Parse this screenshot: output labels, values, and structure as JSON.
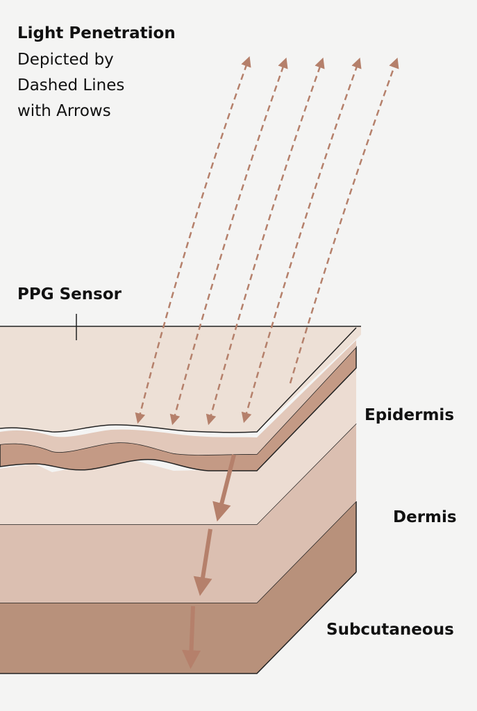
{
  "title": {
    "heading": "Light Penetration",
    "lines": [
      "Depicted by",
      "Dashed Lines",
      "with Arrows"
    ]
  },
  "labels": {
    "sensor": "PPG Sensor",
    "epidermis": "Epidermis",
    "dermis": "Dermis",
    "subcutaneous": "Subcutaneous"
  },
  "colors": {
    "background": "#f4f4f3",
    "surface": "#ede0d6",
    "epidermis_band": "#c49a85",
    "dermis": "#dbbfb1",
    "subcutaneous": "#b8917b",
    "arrow": "#b5806b"
  }
}
